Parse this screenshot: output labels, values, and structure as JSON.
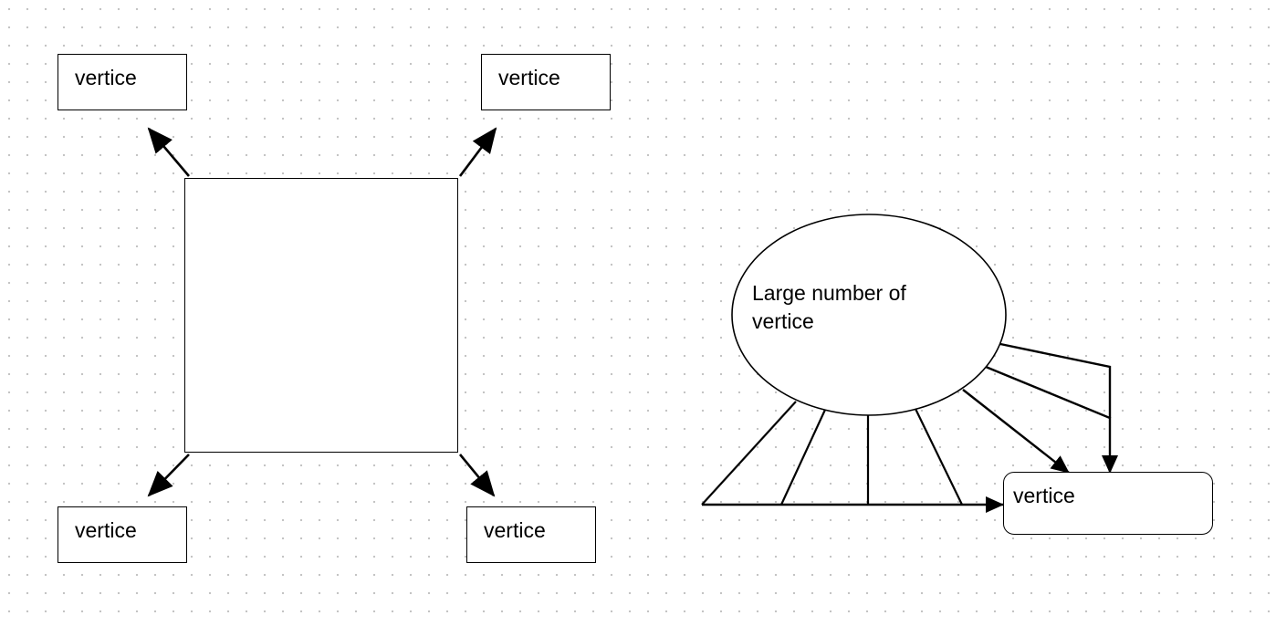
{
  "diagram": {
    "left": {
      "center_square_label": "",
      "vertices": [
        {
          "id": "top-left",
          "label": "vertice"
        },
        {
          "id": "top-right",
          "label": "vertice"
        },
        {
          "id": "bottom-left",
          "label": "vertice"
        },
        {
          "id": "bottom-right",
          "label": "vertice"
        }
      ]
    },
    "right": {
      "ellipse_label_line1": "Large number of",
      "ellipse_label_line2": "vertice",
      "target_label": "vertice"
    }
  }
}
